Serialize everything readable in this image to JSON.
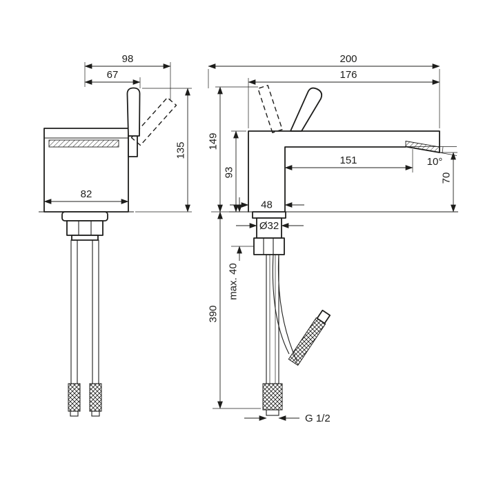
{
  "colors": {
    "line": "#1d1d1b",
    "background": "#ffffff"
  },
  "front_view": {
    "total_width": "98",
    "handle_width": "67",
    "handle_height": "135",
    "body_width": "82"
  },
  "side_view": {
    "total_depth": "200",
    "spout_depth": "176",
    "total_height": "149",
    "spout_height": "93",
    "spout_reach": "151",
    "spout_angle": "10°",
    "clearance_under_spout": "70",
    "body_depth": "48",
    "shank_diameter": "Ø32",
    "max_mounting_thickness": "max. 40",
    "hose_length": "390",
    "connection_thread": "G 1/2"
  }
}
